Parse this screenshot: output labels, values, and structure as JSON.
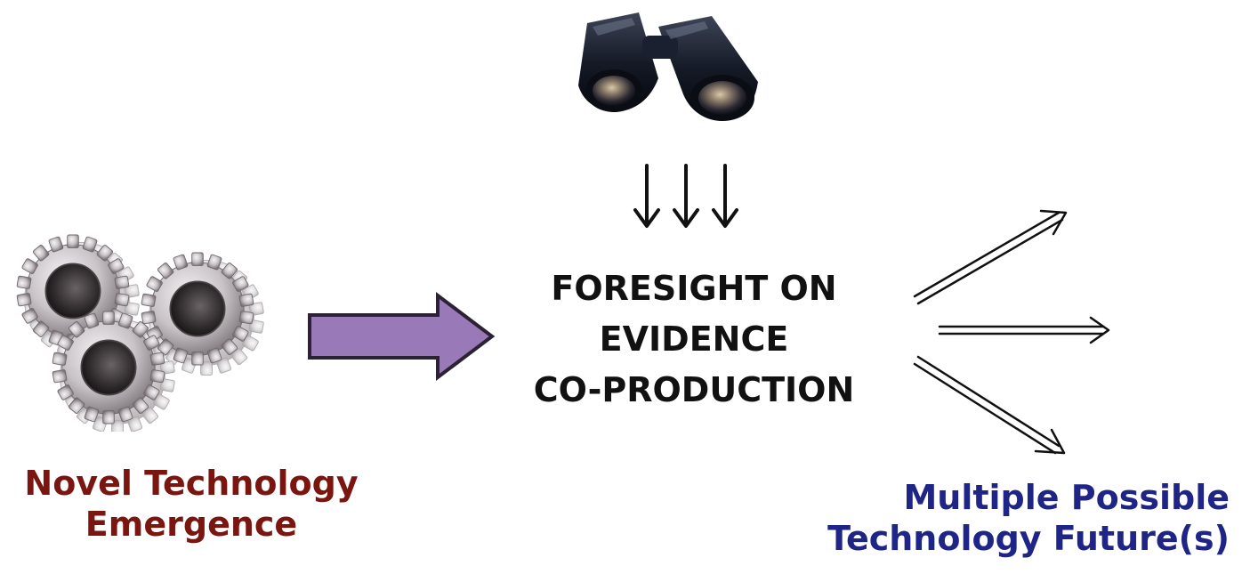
{
  "diagram": {
    "left": {
      "icon": "gears-icon",
      "lines": [
        "Novel Technology",
        "Emergence"
      ],
      "color": "#7a1510"
    },
    "center": {
      "icon": "binoculars-icon",
      "lines": [
        "FORESIGHT ON",
        "EVIDENCE",
        "CO-PRODUCTION"
      ],
      "color": "#111111"
    },
    "right": {
      "lines": [
        "Multiple Possible",
        "Technology Future(s)"
      ],
      "color": "#1f2587"
    },
    "arrow_color": "#9a79b8"
  }
}
